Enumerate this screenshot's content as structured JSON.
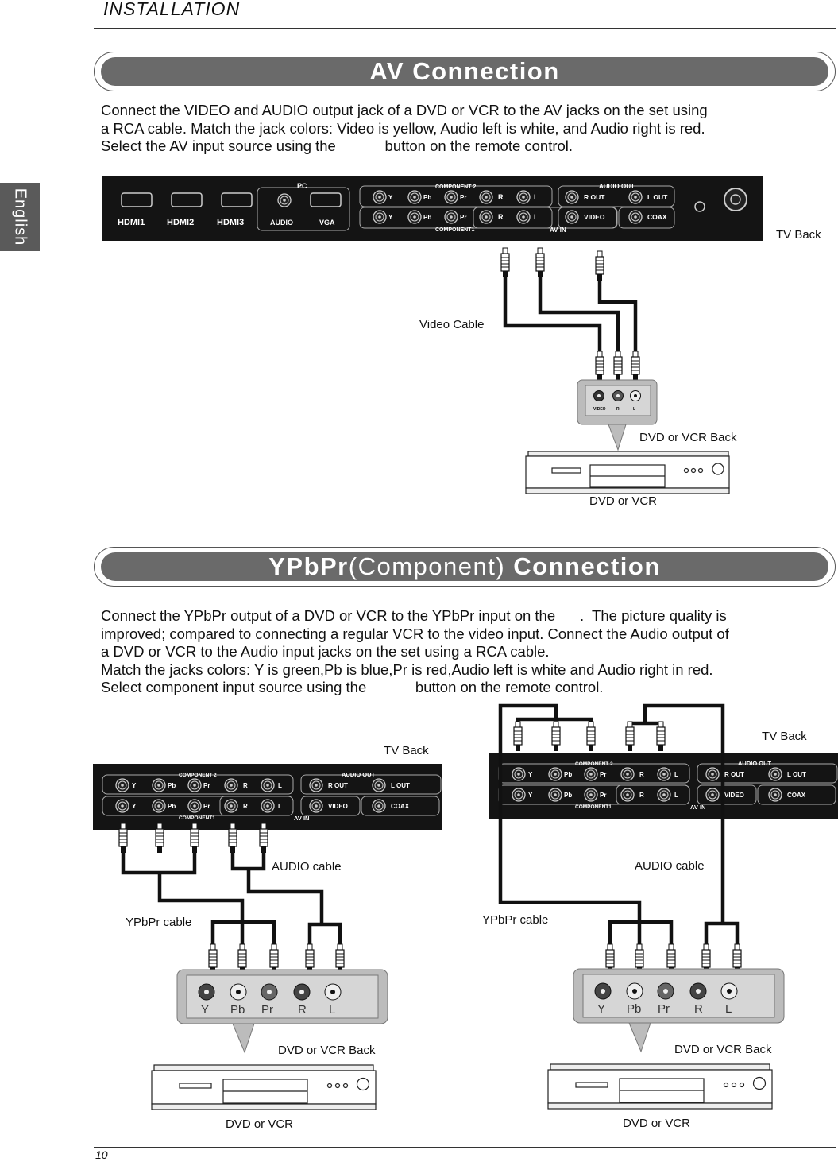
{
  "header": {
    "title": "INSTALLATION"
  },
  "side_tab": {
    "label": "English"
  },
  "page_number": "10",
  "av": {
    "title": "AV Connection",
    "para": [
      "Connect the VIDEO and AUDIO output jack of a DVD or VCR to the AV jacks on the set using",
      "a RCA cable. Match the jack colors: Video is yellow, Audio left is white, and Audio right is red.",
      "Select the AV input source using the            button on the remote control."
    ],
    "tv_back": "TV Back",
    "video_cable": "Video Cable",
    "dvd_back": "DVD or VCR Back",
    "dvd": "DVD or VCR"
  },
  "ypbpr": {
    "title_bold": "YPbPr",
    "title_thin": "(Component)",
    "title_bold2": " Connection",
    "para": [
      "Connect the YPbPr output of a DVD or VCR to the YPbPr input on the      .  The picture quality is",
      "improved; compared to connecting a regular VCR to the video input. Connect the Audio output of",
      "a DVD or VCR to the Audio input jacks on the set using a RCA cable.",
      "Match the jacks colors: Y is green,Pb is blue,Pr is red,Audio left is white and Audio right in red.",
      "Select component input source using the            button on the remote control."
    ],
    "tv_back": "TV Back",
    "audio_cable": "AUDIO cable",
    "ypbpr_cable": "YPbPr cable",
    "dvd_back": "DVD or VCR Back",
    "dvd": "DVD or VCR"
  },
  "panel_labels": {
    "hdmi1": "HDMI1",
    "hdmi2": "HDMI2",
    "hdmi3": "HDMI3",
    "pc": "PC",
    "audio": "AUDIO",
    "vga": "VGA",
    "component2": "COMPONENT 2",
    "component1": "COMPONENT1",
    "y": "Y",
    "pb": "Pb",
    "pr": "Pr",
    "r": "R",
    "l": "L",
    "audio_out": "AUDIO OUT",
    "r_out": "R OUT",
    "l_out": "L OUT",
    "video": "VIDEO",
    "coax": "COAX",
    "av_in": "AV IN"
  },
  "jack_labels": {
    "video": "VIDEO",
    "r": "R",
    "l": "L",
    "y": "Y",
    "pb": "Pb",
    "pr": "Pr"
  }
}
